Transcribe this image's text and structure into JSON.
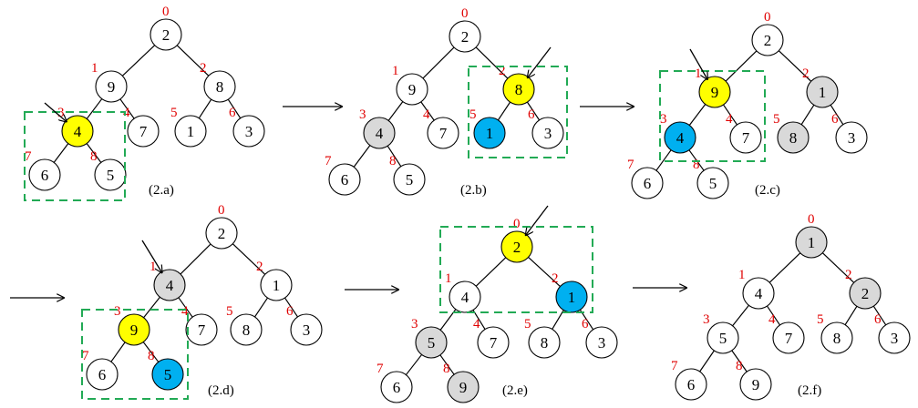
{
  "colors": {
    "default": "#ffffff",
    "yellow": "#ffff00",
    "blue": "#00b0f0",
    "gray": "#d9d9d9",
    "index": "#e00000",
    "box": "#22aa55"
  },
  "trees": [
    {
      "caption": "(2.a)",
      "nodes": [
        {
          "i": "0",
          "v": "2",
          "c": "default"
        },
        {
          "i": "1",
          "v": "9",
          "c": "default"
        },
        {
          "i": "2",
          "v": "8",
          "c": "default"
        },
        {
          "i": "3",
          "v": "4",
          "c": "yellow"
        },
        {
          "i": "4",
          "v": "7",
          "c": "default"
        },
        {
          "i": "5",
          "v": "1",
          "c": "default"
        },
        {
          "i": "6",
          "v": "3",
          "c": "default"
        },
        {
          "i": "7",
          "v": "6",
          "c": "default"
        },
        {
          "i": "8",
          "v": "5",
          "c": "default"
        }
      ]
    },
    {
      "caption": "(2.b)",
      "nodes": [
        {
          "i": "0",
          "v": "2",
          "c": "default"
        },
        {
          "i": "1",
          "v": "9",
          "c": "default"
        },
        {
          "i": "2",
          "v": "8",
          "c": "yellow"
        },
        {
          "i": "3",
          "v": "4",
          "c": "gray"
        },
        {
          "i": "4",
          "v": "7",
          "c": "default"
        },
        {
          "i": "5",
          "v": "1",
          "c": "blue"
        },
        {
          "i": "6",
          "v": "3",
          "c": "default"
        },
        {
          "i": "7",
          "v": "6",
          "c": "default"
        },
        {
          "i": "8",
          "v": "5",
          "c": "default"
        }
      ]
    },
    {
      "caption": "(2.c)",
      "nodes": [
        {
          "i": "0",
          "v": "2",
          "c": "default"
        },
        {
          "i": "1",
          "v": "9",
          "c": "yellow"
        },
        {
          "i": "2",
          "v": "1",
          "c": "gray"
        },
        {
          "i": "3",
          "v": "4",
          "c": "blue"
        },
        {
          "i": "4",
          "v": "7",
          "c": "default"
        },
        {
          "i": "5",
          "v": "8",
          "c": "gray"
        },
        {
          "i": "6",
          "v": "3",
          "c": "default"
        },
        {
          "i": "7",
          "v": "6",
          "c": "default"
        },
        {
          "i": "8",
          "v": "5",
          "c": "default"
        }
      ]
    },
    {
      "caption": "(2.d)",
      "nodes": [
        {
          "i": "0",
          "v": "2",
          "c": "default"
        },
        {
          "i": "1",
          "v": "4",
          "c": "gray"
        },
        {
          "i": "2",
          "v": "1",
          "c": "default"
        },
        {
          "i": "3",
          "v": "9",
          "c": "yellow"
        },
        {
          "i": "4",
          "v": "7",
          "c": "default"
        },
        {
          "i": "5",
          "v": "8",
          "c": "default"
        },
        {
          "i": "6",
          "v": "3",
          "c": "default"
        },
        {
          "i": "7",
          "v": "6",
          "c": "default"
        },
        {
          "i": "8",
          "v": "5",
          "c": "blue"
        }
      ]
    },
    {
      "caption": "(2.e)",
      "nodes": [
        {
          "i": "0",
          "v": "2",
          "c": "yellow"
        },
        {
          "i": "1",
          "v": "4",
          "c": "default"
        },
        {
          "i": "2",
          "v": "1",
          "c": "blue"
        },
        {
          "i": "3",
          "v": "5",
          "c": "gray"
        },
        {
          "i": "4",
          "v": "7",
          "c": "default"
        },
        {
          "i": "5",
          "v": "8",
          "c": "default"
        },
        {
          "i": "6",
          "v": "3",
          "c": "default"
        },
        {
          "i": "7",
          "v": "6",
          "c": "default"
        },
        {
          "i": "8",
          "v": "9",
          "c": "gray"
        }
      ]
    },
    {
      "caption": "(2.f)",
      "nodes": [
        {
          "i": "0",
          "v": "1",
          "c": "gray"
        },
        {
          "i": "1",
          "v": "4",
          "c": "default"
        },
        {
          "i": "2",
          "v": "2",
          "c": "gray"
        },
        {
          "i": "3",
          "v": "5",
          "c": "default"
        },
        {
          "i": "4",
          "v": "7",
          "c": "default"
        },
        {
          "i": "5",
          "v": "8",
          "c": "default"
        },
        {
          "i": "6",
          "v": "3",
          "c": "default"
        },
        {
          "i": "7",
          "v": "6",
          "c": "default"
        },
        {
          "i": "8",
          "v": "9",
          "c": "default"
        }
      ]
    }
  ]
}
